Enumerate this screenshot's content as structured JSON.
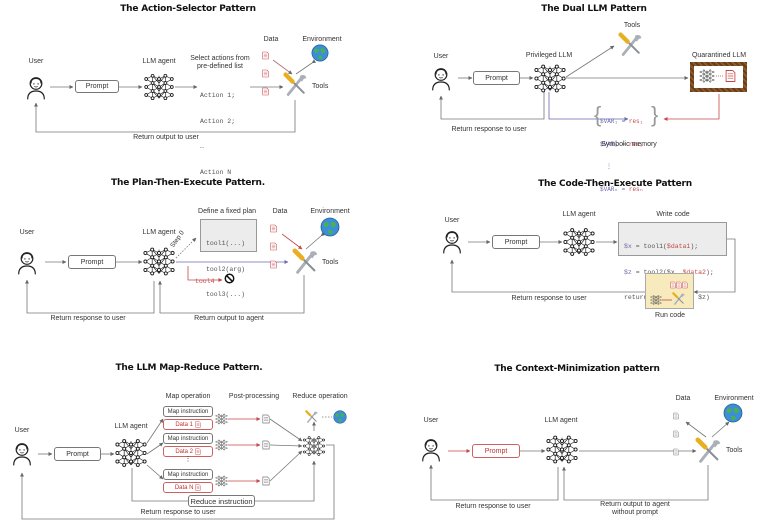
{
  "panels": {
    "action_selector": {
      "title": "The Action-Selector Pattern",
      "user": "User",
      "prompt": "Prompt",
      "agent": "LLM agent",
      "select_label": "Select actions from\npre-defined list",
      "actions": [
        "Action 1;",
        "Action 2;",
        "…",
        "Action N"
      ],
      "data": "Data",
      "environment": "Environment",
      "tools": "Tools",
      "return": "Return output to user"
    },
    "dual_llm": {
      "title": "The Dual LLM Pattern",
      "user": "User",
      "prompt": "Prompt",
      "privileged": "Privileged LLM",
      "tools": "Tools",
      "quarantined": "Quarantined LLM",
      "memory_rows": [
        {
          "var": "$VAR₁",
          "eq": "=",
          "res": "res₁"
        },
        {
          "var": "$VAR₂",
          "eq": "=",
          "res": "res₂"
        },
        {
          "var": "⋮",
          "eq": "",
          "res": ""
        },
        {
          "var": "$VARₙ",
          "eq": "=",
          "res": "resₙ"
        }
      ],
      "memory_label": "Symbolic memory",
      "return": "Return response to user"
    },
    "plan_then_execute": {
      "title": "The Plan-Then-Execute Pattern.",
      "user": "User",
      "prompt": "Prompt",
      "agent": "LLM agent",
      "step": "Step 0",
      "plan_label": "Define a fixed plan",
      "plan": [
        "tool1(...)",
        "tool2(arg)",
        "tool3(...)"
      ],
      "blocked_tool": "tool4",
      "data": "Data",
      "environment": "Environment",
      "tools": "Tools",
      "return_user": "Return response to user",
      "return_agent": "Return output to agent"
    },
    "code_then_execute": {
      "title": "The Code-Then-Execute Pattern",
      "user": "User",
      "prompt": "Prompt",
      "agent": "LLM agent",
      "code_label": "Write code",
      "code": [
        {
          "a": "$x",
          "b": " = tool1(",
          "c": "$data1",
          "d": ");"
        },
        {
          "a": "$z",
          "b": " = tool2($x, ",
          "c": "$data2",
          "d": ");"
        },
        {
          "a": "",
          "b": "return LLM(prompt, $z)",
          "c": "",
          "d": ""
        }
      ],
      "run_label": "Run code",
      "return": "Return response to user"
    },
    "map_reduce": {
      "title": "The LLM Map-Reduce Pattern.",
      "user": "User",
      "prompt": "Prompt",
      "agent": "LLM agent",
      "map_label": "Map operation",
      "post_label": "Post-processing",
      "reduce_label": "Reduce operation",
      "map_items": [
        {
          "instruction": "Map instruction",
          "data": "Data 1"
        },
        {
          "instruction": "Map instruction",
          "data": "Data 2"
        },
        {
          "instruction": "Map instruction",
          "data": "Data N"
        }
      ],
      "reduce_instruction": "Reduce instruction",
      "return": "Return response to user"
    },
    "context_min": {
      "title": "The Context-Minimization pattern",
      "user": "User",
      "prompt": "Prompt",
      "agent": "LLM agent",
      "data": "Data",
      "environment": "Environment",
      "tools": "Tools",
      "return_user": "Return response to user",
      "return_agent": "Return output to agent\nwithout prompt"
    }
  },
  "colors": {
    "line": "#777777",
    "accent_red": "#c84848",
    "accent_blue": "#6a6ab0",
    "code_bg": "#ececec",
    "sandbox_bg": "#f7ebbe",
    "quarantine_border": "#7a4a20"
  }
}
